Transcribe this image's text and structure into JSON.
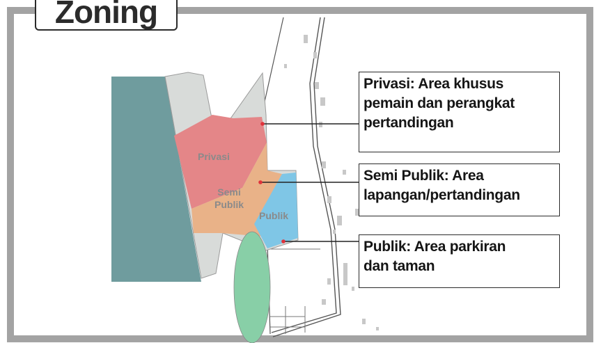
{
  "title": "Zoning",
  "zones": [
    {
      "id": "privasi",
      "label": "Privasi",
      "color": "#e48688"
    },
    {
      "id": "semi-publik",
      "label_lines": [
        "Semi",
        "Publik"
      ],
      "color": "#e9b288"
    },
    {
      "id": "publik",
      "label": "Publik",
      "color": "#7fc6e6"
    }
  ],
  "colors": {
    "frame": "#a3a3a3",
    "building": "#6f9c9e",
    "unzoned": "#d8dbd9",
    "green_area": "#88cfa7",
    "leader_dot": "#e0323a"
  },
  "callouts": [
    {
      "id": "privasi",
      "lines": [
        "Privasi: Area khusus",
        "pemain dan perangkat",
        "pertandingan"
      ]
    },
    {
      "id": "semi-publik",
      "lines": [
        "Semi Publik: Area",
        "lapangan/pertandingan"
      ]
    },
    {
      "id": "publik",
      "lines": [
        "Publik: Area parkiran",
        "dan taman"
      ]
    }
  ]
}
